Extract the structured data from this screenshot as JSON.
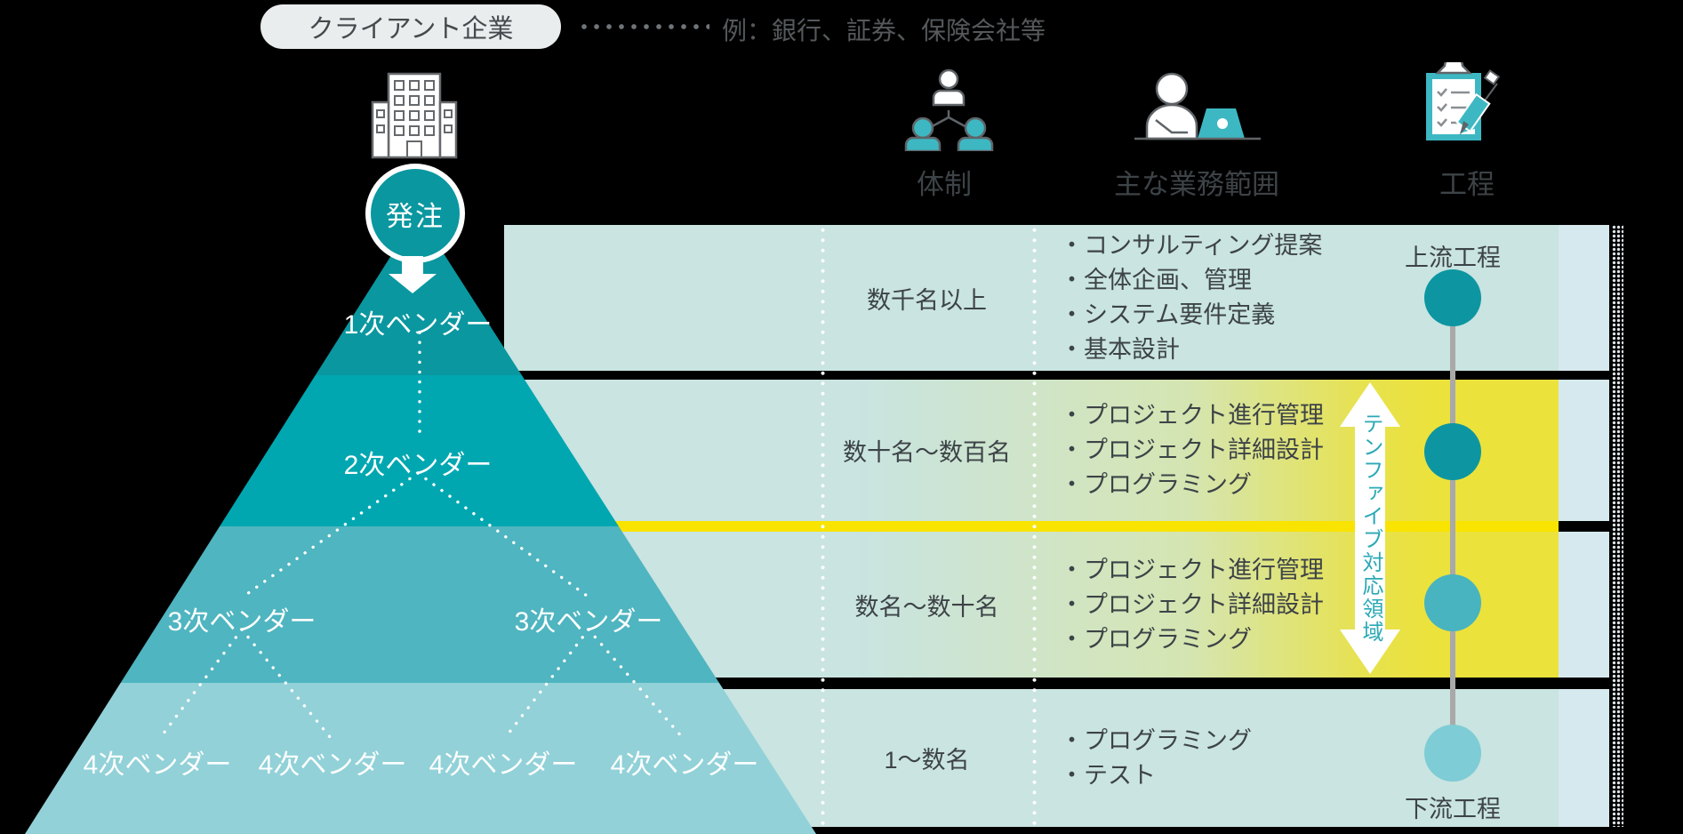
{
  "client": {
    "pill_label": "クライアント企業",
    "example_note": "例：銀行、証券、保険会社等"
  },
  "order_badge": "発注",
  "column_headers": {
    "structure": "体制",
    "scope": "主な業務範囲",
    "process": "工程"
  },
  "pyramid": {
    "tier1_label": "1次ベンダー",
    "tier2_label": "2次ベンダー",
    "tier3_labels": [
      "3次ベンダー",
      "3次ベンダー"
    ],
    "tier4_labels": [
      "4次ベンダー",
      "4次ベンダー",
      "4次ベンダー",
      "4次ベンダー"
    ]
  },
  "rows": [
    {
      "team_size": "数千名以上",
      "tasks": [
        "・コンサルティング提案",
        "・全体企画、管理",
        "・システム要件定義",
        "・基本設計"
      ]
    },
    {
      "team_size": "数十名〜数百名",
      "tasks": [
        "・プロジェクト進行管理",
        "・プロジェクト詳細設計",
        "・プログラミング"
      ]
    },
    {
      "team_size": "数名〜数十名",
      "tasks": [
        "・プロジェクト進行管理",
        "・プロジェクト詳細設計",
        "・プログラミング"
      ]
    },
    {
      "team_size": "1〜数名",
      "tasks": [
        "・プログラミング",
        "・テスト"
      ]
    }
  ],
  "process_track": {
    "upstream": "上流工程",
    "downstream": "下流工程"
  },
  "highlight_band": {
    "label": "テンファイブ対応領域"
  },
  "colors": {
    "pyramid_tier1": "#0a97a0",
    "pyramid_tier2": "#00a7b1",
    "pyramid_tier3": "#4fb5c0",
    "pyramid_tier4": "#92d1d8",
    "row_background": "#c9e4e1",
    "row_right_strip": "#d6e9ee",
    "highlight_yellow": "#ece23c",
    "divider_yellow": "#f9e300",
    "icon_teal": "#3db8c3",
    "order_circle_teal": "#0a97a0",
    "process_dot_1": "#0d96a1",
    "process_dot_2": "#0d96a1",
    "process_dot_3": "#48b4c0",
    "process_dot_4": "#7eccd5",
    "highlight_text_teal": "#2ba9b5",
    "text_dark": "#3d4347"
  }
}
